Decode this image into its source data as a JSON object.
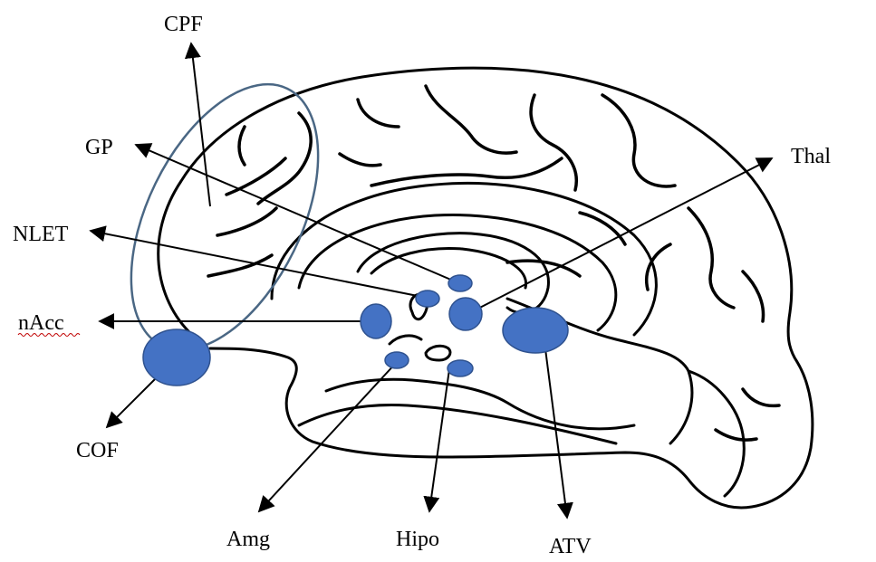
{
  "labels": {
    "cpf": "CPF",
    "gp": "GP",
    "nlet": "NLET",
    "nacc": "nAcc",
    "cof": "COF",
    "amg": "Amg",
    "hipo": "Hipo",
    "atv": "ATV",
    "thal": "Thal"
  },
  "colors": {
    "region_fill": "#4472c4",
    "region_stroke": "#2f528f",
    "prefrontal_ellipse": "#4a6784",
    "outline": "#000000",
    "spellcheck_underline": "#c00000"
  }
}
